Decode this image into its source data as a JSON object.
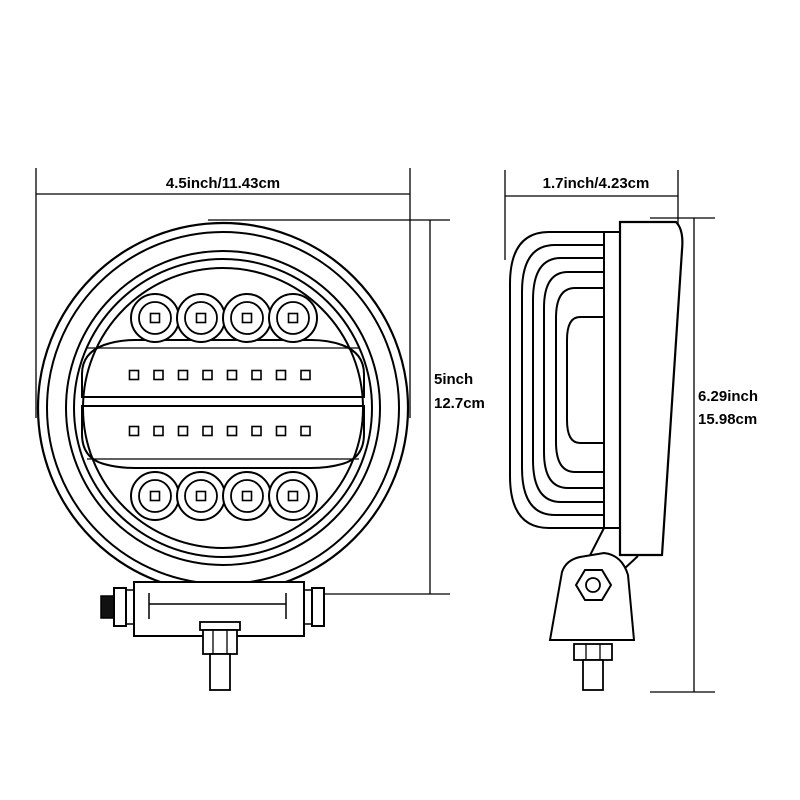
{
  "front_view": {
    "width_label": "4.5inch/11.43cm",
    "height_label_in": "5inch",
    "height_label_cm": "12.7cm",
    "upper_lens_count": 4,
    "lower_lens_count": 4,
    "upper_strip_led_count": 8,
    "lower_strip_led_count": 8
  },
  "side_view": {
    "depth_label": "1.7inch/4.23cm",
    "height_label_in": "6.29inch",
    "height_label_cm": "15.98cm"
  }
}
